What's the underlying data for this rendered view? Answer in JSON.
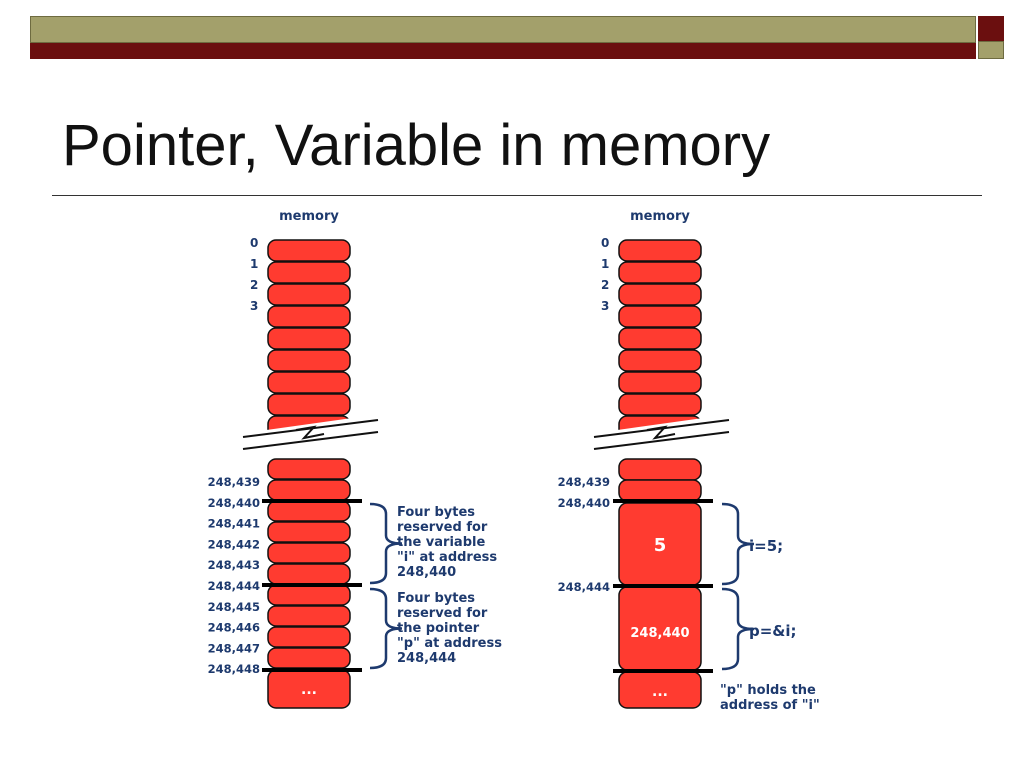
{
  "slide": {
    "title": "Pointer, Variable in memory"
  },
  "colors": {
    "olive": "#a3a06b",
    "maroon": "#6b0f0f",
    "memory_cell": "#ff3b30",
    "navy_text": "#1e3a6e",
    "marker": "#000000"
  },
  "left_diagram": {
    "header": "memory",
    "top_addresses": [
      "0",
      "1",
      "2",
      "3"
    ],
    "bottom_addresses": [
      "248,439",
      "248,440",
      "248,441",
      "248,442",
      "248,443",
      "248,444",
      "248,445",
      "248,446",
      "248,447",
      "248,448"
    ],
    "brace_i_note": [
      "Four bytes",
      "reserved for",
      "the variable",
      "\"i\" at address",
      "248,440"
    ],
    "brace_p_note": [
      "Four bytes",
      "reserved for",
      "the pointer",
      "\"p\" at address",
      "248,444"
    ],
    "ellipsis": "..."
  },
  "right_diagram": {
    "header": "memory",
    "top_addresses": [
      "0",
      "1",
      "2",
      "3"
    ],
    "bottom_addresses": [
      "248,439",
      "248,440",
      "248,444"
    ],
    "block_i_value": "5",
    "block_p_value": "248,440",
    "brace_i_label": "i=5;",
    "brace_p_label": "p=&i;",
    "bottom_note": [
      "\"p\" holds the",
      "address of \"i\""
    ],
    "ellipsis": "..."
  }
}
